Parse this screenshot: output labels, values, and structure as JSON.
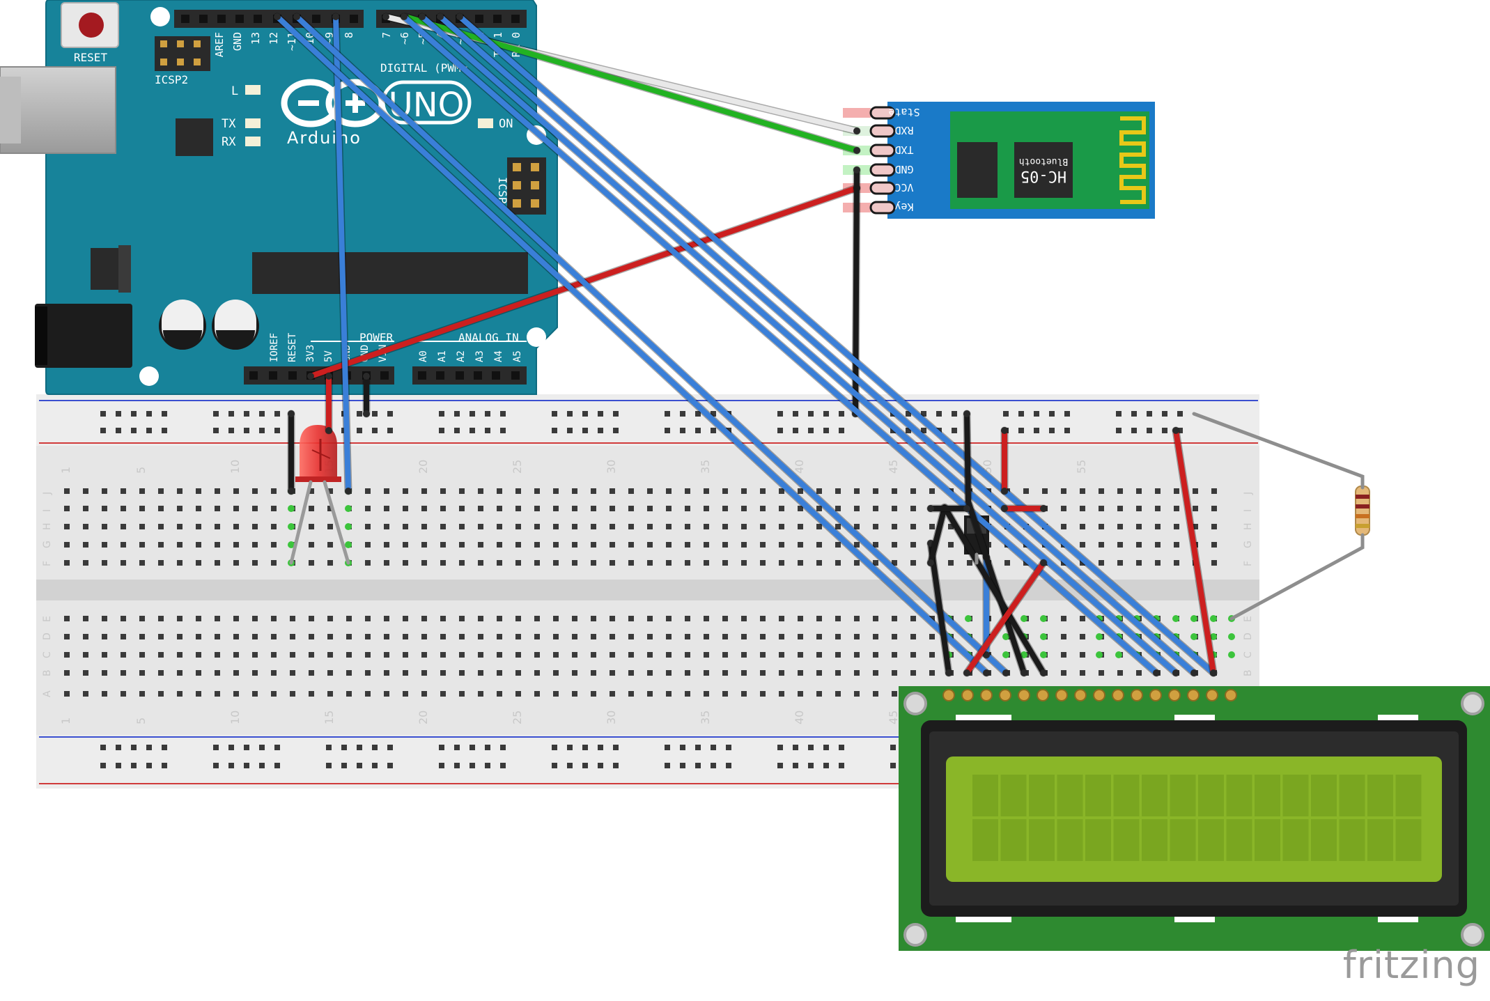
{
  "arduino": {
    "board_name": "UNO",
    "brand": "Arduino",
    "reset_label": "RESET",
    "icsp2_label": "ICSP2",
    "icsp_label": "ICSP",
    "led_l_label": "L",
    "tx_label": "TX",
    "rx_label": "RX",
    "on_label": "ON",
    "digital_label": "DIGITAL (PWM=",
    "power_label": "POWER",
    "analog_label": "ANALOG IN",
    "top_pin_labels_left": [
      "AREF",
      "GND",
      "13",
      "12",
      "~11",
      "~10",
      "~9",
      "8"
    ],
    "top_pin_labels_right": [
      "7",
      "~6",
      "~5",
      "4",
      "~3",
      "2",
      "TX 1",
      "RX 0"
    ],
    "bottom_pin_labels": [
      "IOREF",
      "RESET",
      "3V3",
      "5V",
      "GND",
      "GND",
      "VIN"
    ],
    "analog_pin_labels": [
      "A0",
      "A1",
      "A2",
      "A3",
      "A4",
      "A5"
    ]
  },
  "bluetooth": {
    "model": "HC-05",
    "subtitle": "Bluetooth",
    "pins": [
      "State",
      "RXD",
      "TXD",
      "GND",
      "VCC",
      "Key"
    ]
  },
  "breadboard": {
    "column_numbers": [
      "1",
      "5",
      "10",
      "15",
      "20",
      "25",
      "30",
      "35",
      "40",
      "45",
      "50",
      "55"
    ],
    "row_letters_top": [
      "J",
      "I",
      "H",
      "G",
      "F"
    ],
    "row_letters_bottom": [
      "E",
      "D",
      "C",
      "B",
      "A"
    ]
  },
  "watermark": "fritzing",
  "colors": {
    "board_teal": "#17839a",
    "bt_blue": "#1a7ac8",
    "bt_green": "#1a9a48",
    "lcd_pcb": "#2e8a30",
    "lcd_screen": "#8ab628",
    "wire_blue": "#3a7fd8",
    "wire_red": "#cc1f1f",
    "wire_black": "#1a1a1a",
    "wire_green": "#22b222",
    "wire_white": "#e8e8e8",
    "led_red": "#e8302e"
  }
}
